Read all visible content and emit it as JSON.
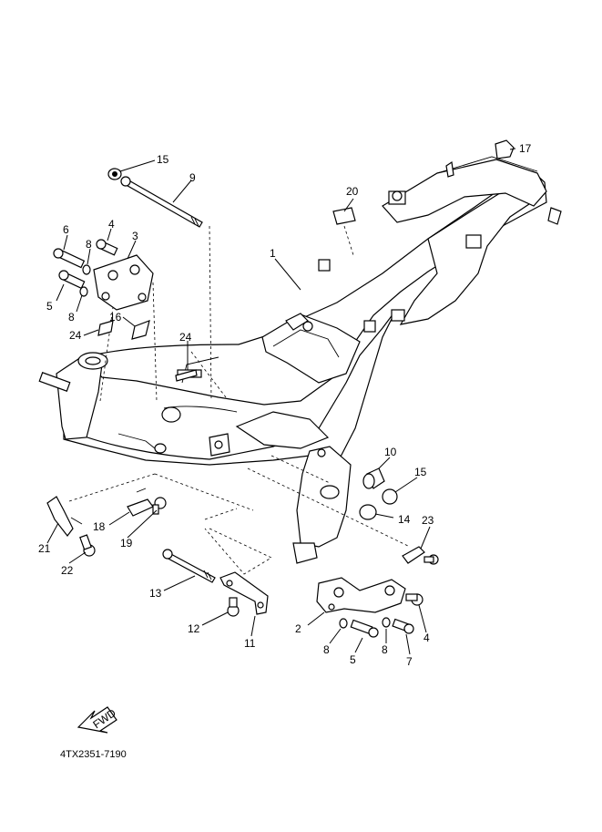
{
  "diagram": {
    "code": "4TX2351-7190",
    "fwd_label": "FWD",
    "callouts": {
      "c1": "1",
      "c2": "2",
      "c3": "3",
      "c4a": "4",
      "c4b": "4",
      "c5a": "5",
      "c5b": "5",
      "c6": "6",
      "c7": "7",
      "c8a": "8",
      "c8b": "8",
      "c8c": "8",
      "c8d": "8",
      "c9": "9",
      "c10": "10",
      "c11": "11",
      "c12": "12",
      "c13": "13",
      "c14": "14",
      "c15a": "15",
      "c15b": "15",
      "c16": "16",
      "c17": "17",
      "c18": "18",
      "c19": "19",
      "c20": "20",
      "c21": "21",
      "c22": "22",
      "c23": "23",
      "c24a": "24",
      "c24b": "24"
    }
  }
}
